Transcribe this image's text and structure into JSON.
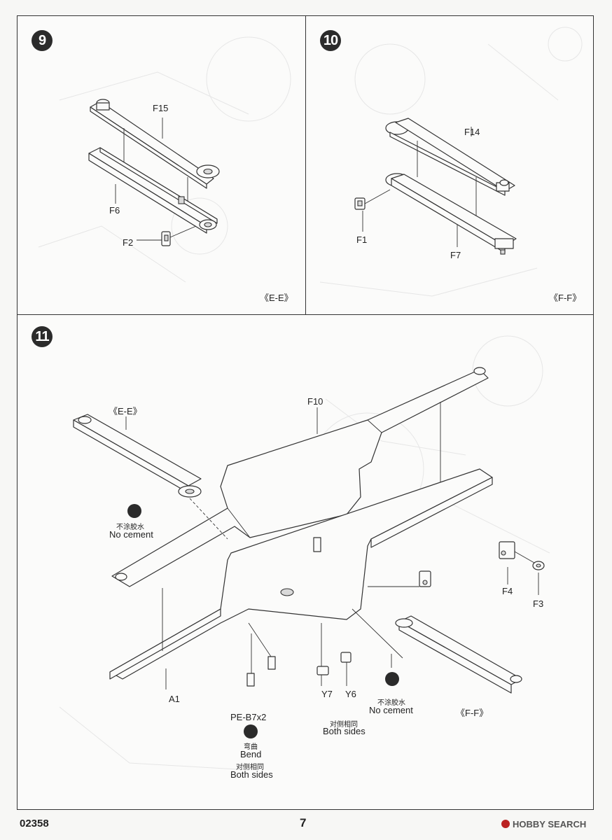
{
  "steps": {
    "step9": {
      "number": "9",
      "labels": {
        "f15": "F15",
        "f6": "F6",
        "f2": "F2"
      },
      "subassembly": "《E-E》"
    },
    "step10": {
      "number": "10",
      "labels": {
        "f14": "F14",
        "f1": "F1",
        "f7": "F7"
      },
      "subassembly": "《F-F》"
    },
    "step11": {
      "number": "11",
      "labels": {
        "ee": "《E-E》",
        "f10": "F10",
        "f4": "F4",
        "f3": "F3",
        "a1": "A1",
        "pe": "PE-B7x2",
        "y7": "Y7",
        "y6": "Y6",
        "ff": "《F-F》"
      },
      "notes": {
        "no_cement_cn_1": "不涂胶水",
        "no_cement_en_1": "No cement",
        "no_cement_cn_2": "不涂胶水",
        "no_cement_en_2": "No cement",
        "both_sides_cn_y": "对侧相同",
        "both_sides_en_y": "Both sides",
        "bend_cn": "弯曲",
        "bend_en": "Bend",
        "both_sides_cn_pe": "对侧相同",
        "both_sides_en_pe": "Both sides"
      },
      "icons": {
        "no_cement_icon": "no-cement-icon",
        "bend_icon": "bend-icon"
      }
    }
  },
  "footer": {
    "product_code": "02358",
    "page_number": "7",
    "watermark": "HOBBY SEARCH"
  }
}
